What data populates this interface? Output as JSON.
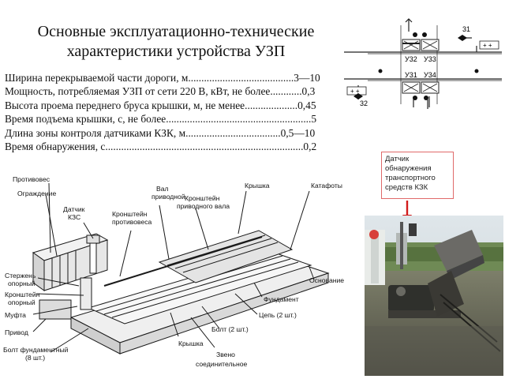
{
  "title": {
    "line1": "Основные эксплуатационно-технические",
    "line2": "характеристики устройства УЗП"
  },
  "specs": [
    "Ширина перекрываемой части дороги, м........................................3—10",
    "Мощность, потребляемая УЗП от сети 220 В, кВт, не более............0,3",
    "Высота проема переднего бруса крышки, м, не менее....................0,45",
    "Время подъема крышки, с, не более.......................................................5",
    "Длина зоны контроля датчиками КЗК, м....................................0,5—10",
    "Время обнаружения, с...........................................................................0,2"
  ],
  "schema": {
    "u32": "У32",
    "u33": "У33",
    "u31": "У31",
    "u34": "У34",
    "s31": "31",
    "s32": "32",
    "plus_top": "+ +",
    "plus_bottom": "+ +"
  },
  "callout": {
    "text": "Датчик обнаружения транспортного средств КЗК"
  },
  "drawing": {
    "labels": {
      "protivoves": "Противовес",
      "ograzhdenie": "Ограждение",
      "datchik": "Датчик",
      "kzs": "КЗС",
      "kronshtein_protivovesa_1": "Кронштейн",
      "kronshtein_protivovesa_2": "противовеса",
      "val_1": "Вал",
      "val_2": "приводной",
      "kronshtein_vala_1": "Кронштейн",
      "kronshtein_vala_2": "приводного вала",
      "kryshka_top": "Крышка",
      "katafoty": "Катафоты",
      "sterzhen_1": "Стержень",
      "sterzhen_2": "опорный",
      "kronshtein_opor_1": "Кронштейн",
      "kronshtein_opor_2": "опорный",
      "mufta": "Муфта",
      "privod": "Привод",
      "bolt_fund_1": "Болт фундаментный",
      "bolt_fund_2": "(8 шт.)",
      "osnovanie": "Основание",
      "fundament": "Фундамент",
      "tsep": "Цепь (2 шт.)",
      "bolt": "Болт (2 шт.)",
      "kryshka_bottom": "Крышка",
      "zveno_1": "Звено",
      "zveno_2": "соединительное"
    }
  },
  "colors": {
    "callout_border": "#e06a6a",
    "arrow": "#d21b1b"
  }
}
